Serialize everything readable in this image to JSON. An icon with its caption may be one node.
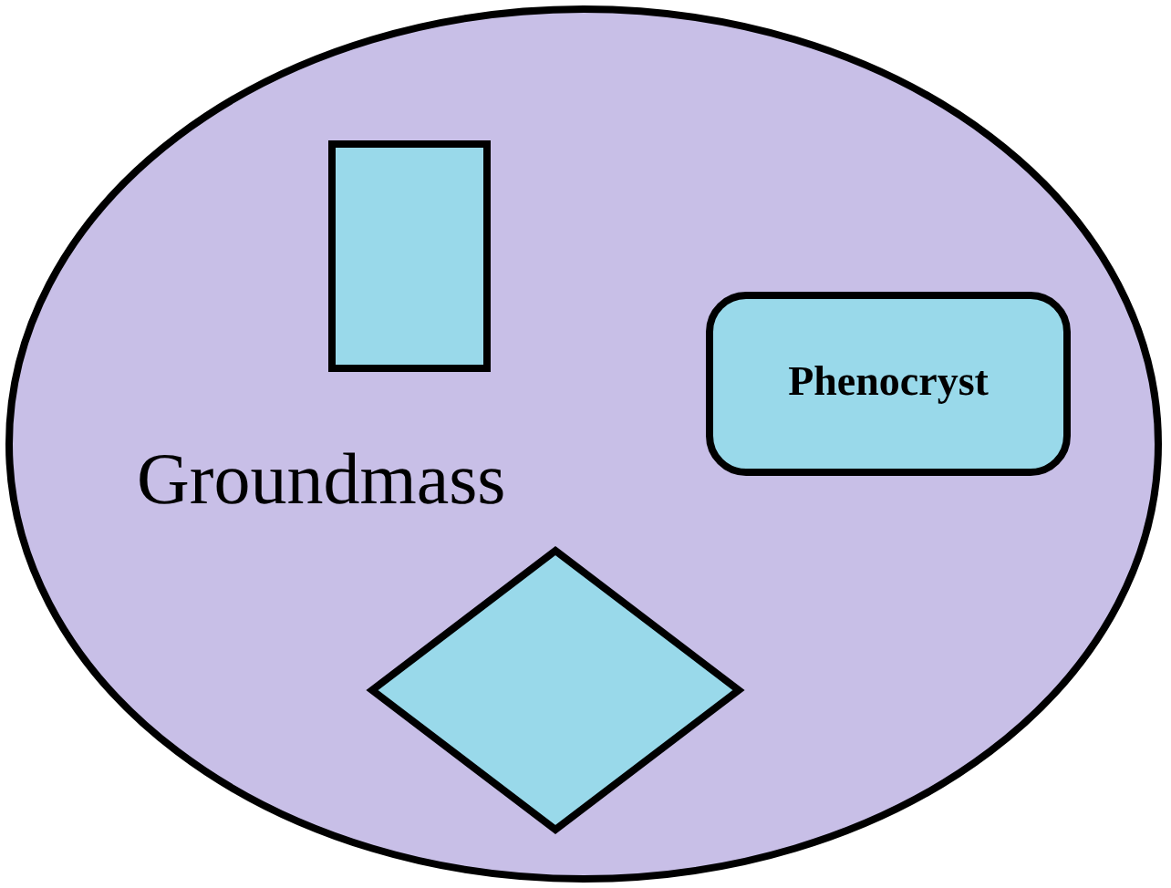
{
  "diagram": {
    "nodes": [
      {
        "text": [
          "Groundmass"
        ]
      },
      {
        "text": [],
        "shape": "box",
        "in": 0
      },
      {
        "text": [
          "Phenocryst"
        ],
        "in": 0
      },
      {
        "text": [],
        "shape": "diamond",
        "in": 0
      }
    ]
  }
}
